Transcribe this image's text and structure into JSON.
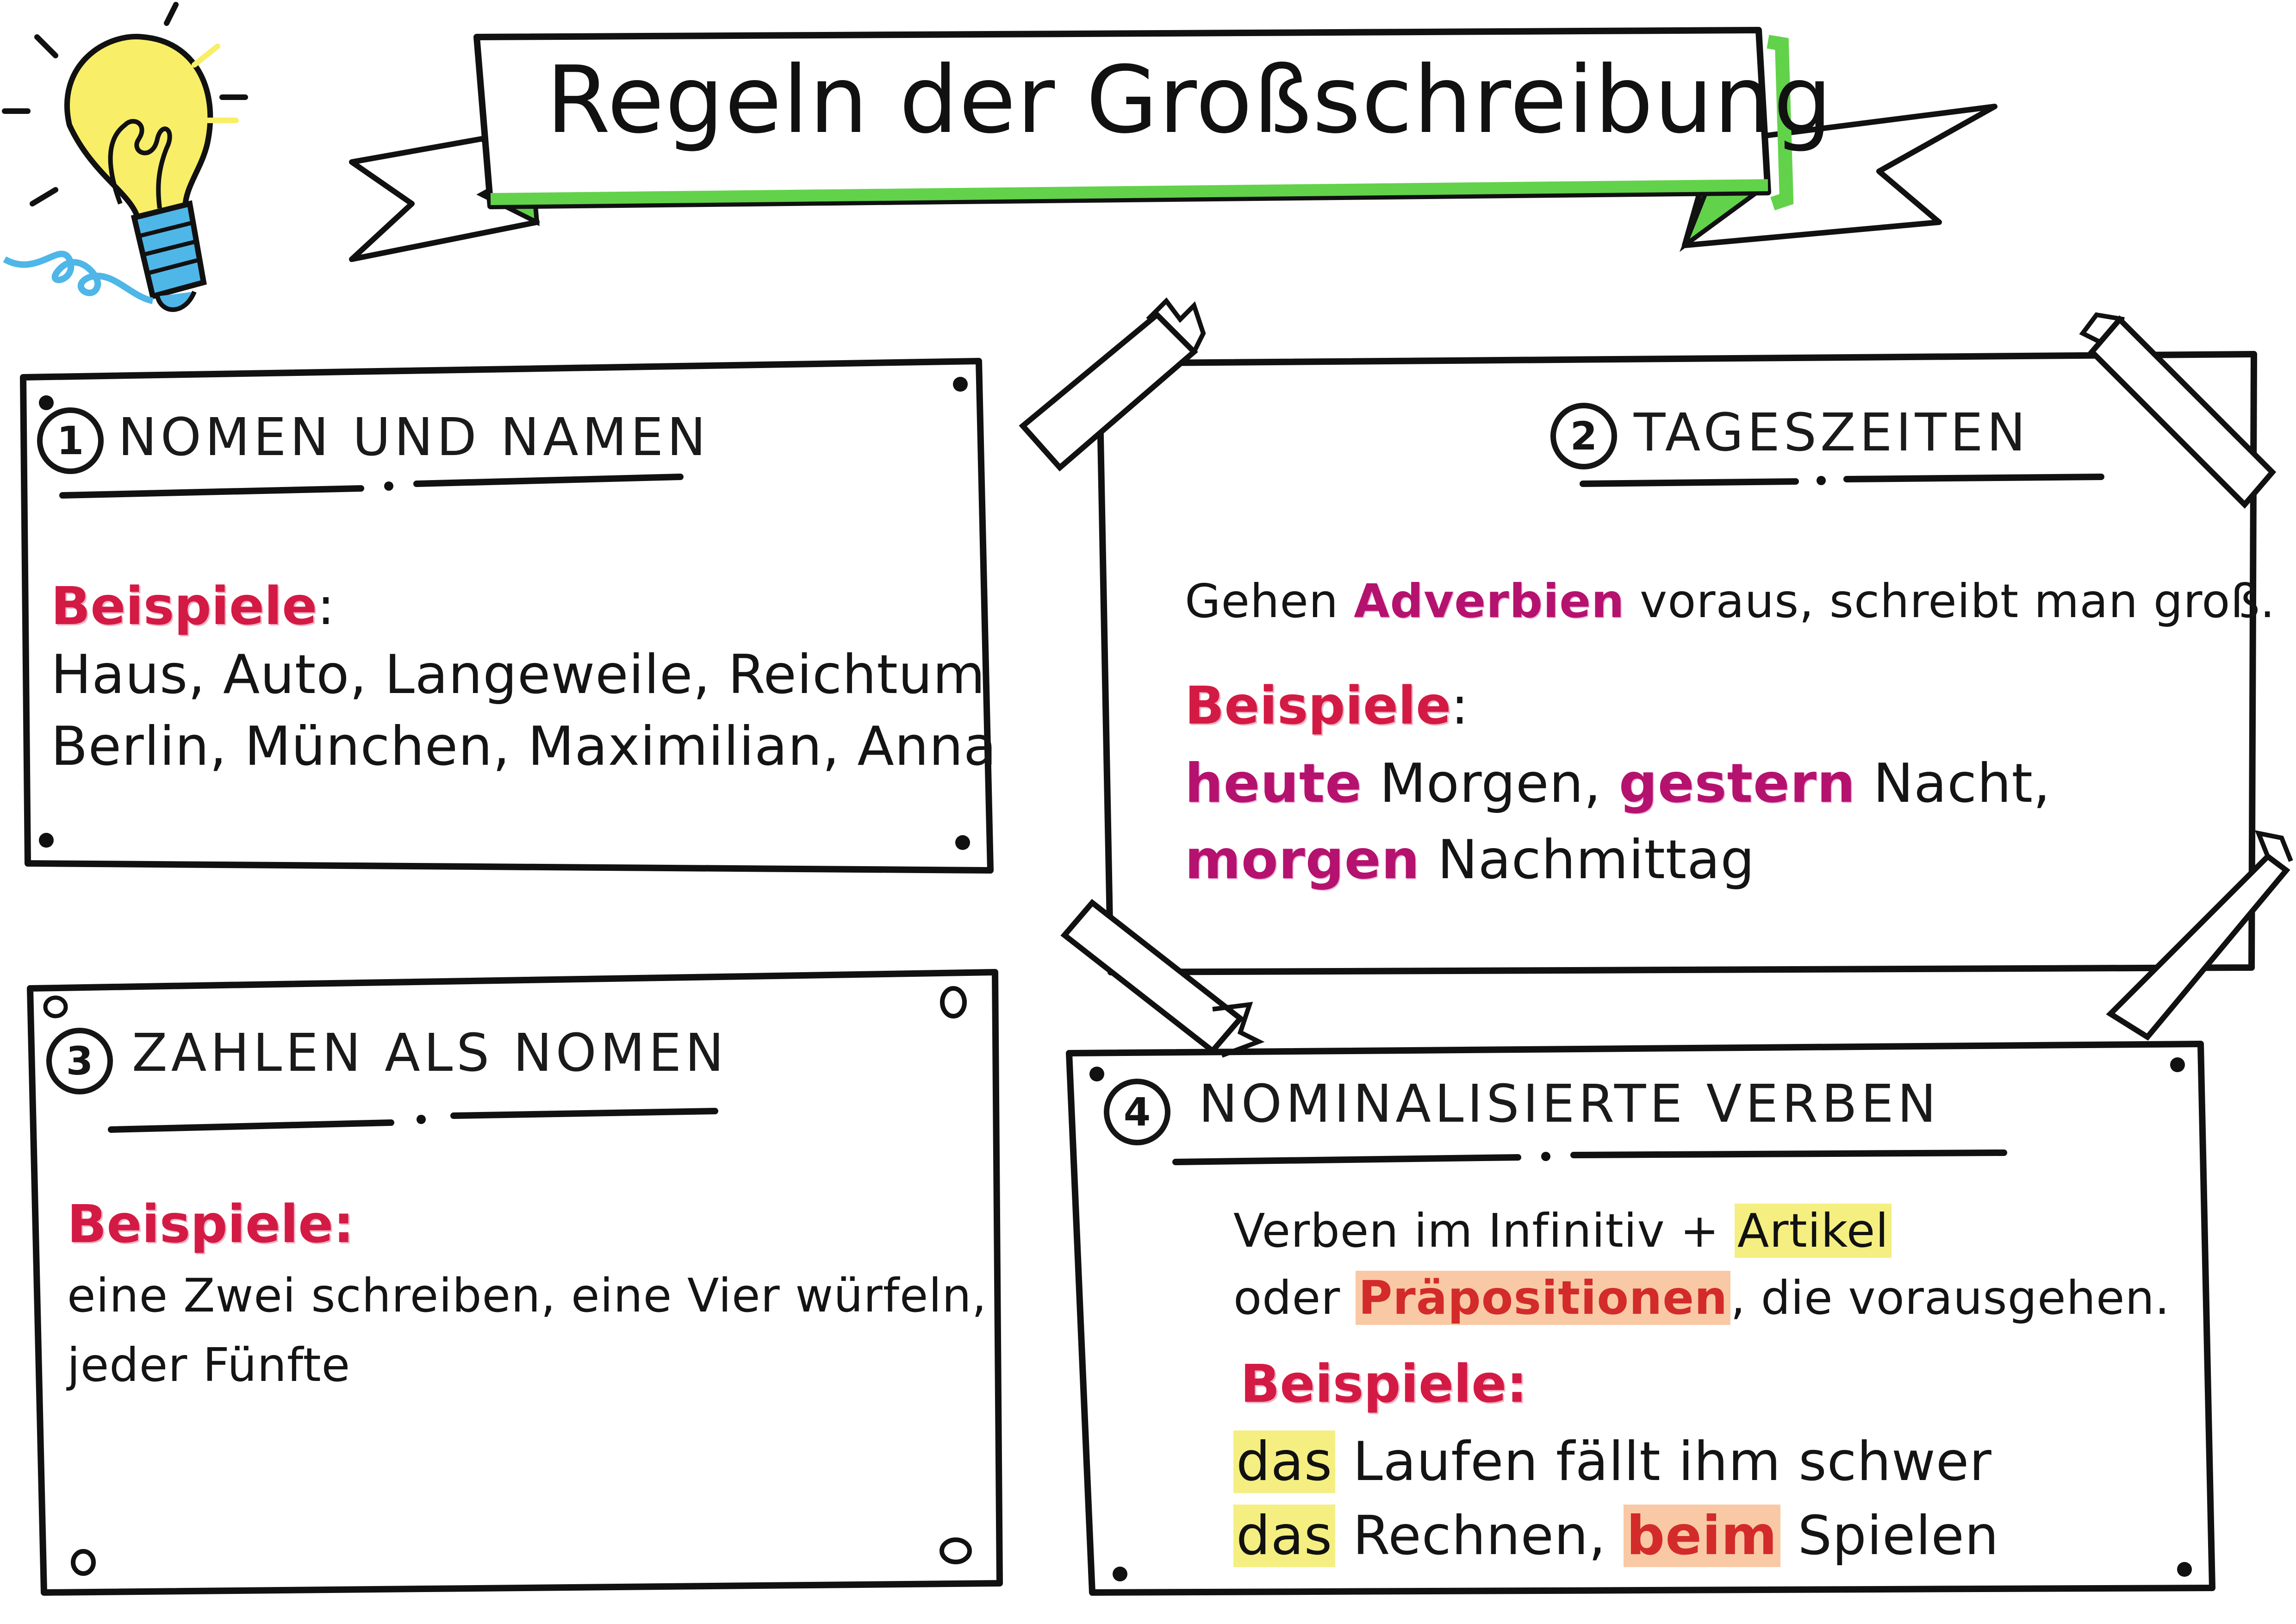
{
  "title": "Regeln der Großschreibung",
  "colors": {
    "banner_fill": "#ffffff",
    "banner_shade": "#62d24a",
    "label_red": "#d31a44",
    "highlight_magenta": "#b4126e",
    "highlight_yellow": "#f4ef80",
    "highlight_orange": "#f9c9a5",
    "bulb_yellow": "#f8ee68",
    "bulb_blue": "#4fb6e8",
    "ink": "#141414"
  },
  "sections": [
    {
      "number": "1",
      "heading": "NOMEN UND NAMEN",
      "label": "Beispiele",
      "colon": ":",
      "lines": [
        "Haus, Auto, Langeweile, Reichtum",
        "Berlin, München, Maximilian, Anna"
      ]
    },
    {
      "number": "2",
      "heading": "TAGESZEITEN",
      "rule": {
        "before": "Gehen ",
        "highlight": "Adverbien",
        "after": " voraus, schreibt man groß."
      },
      "label": "Beispiele",
      "colon": ":",
      "line1": {
        "w1": "heute",
        "t1": " Morgen, ",
        "w2": "gestern",
        "t2": " Nacht,"
      },
      "line2": {
        "w1": "morgen",
        "t1": " Nachmittag"
      }
    },
    {
      "number": "3",
      "heading": "ZAHLEN ALS NOMEN",
      "label": "Beispiele:",
      "lines": [
        "eine Zwei schreiben, eine Vier würfeln,",
        "jeder Fünfte"
      ]
    },
    {
      "number": "4",
      "heading": "NOMINALISIERTE VERBEN",
      "rule1": {
        "before": "Verben im Infinitiv + ",
        "highlight": "Artikel"
      },
      "rule2": {
        "before": "oder ",
        "highlight": "Präpositionen",
        "after": ", die vorausgehen."
      },
      "label": "Beispiele:",
      "line1": {
        "w1": "das",
        "t1": " Laufen fällt ihm schwer"
      },
      "line2": {
        "w1": "das",
        "t1": " Rechnen, ",
        "w2": "beim",
        "t2": " Spielen"
      }
    }
  ],
  "icons": [
    "lightbulb-icon",
    "tape-icon",
    "pin-icon"
  ]
}
